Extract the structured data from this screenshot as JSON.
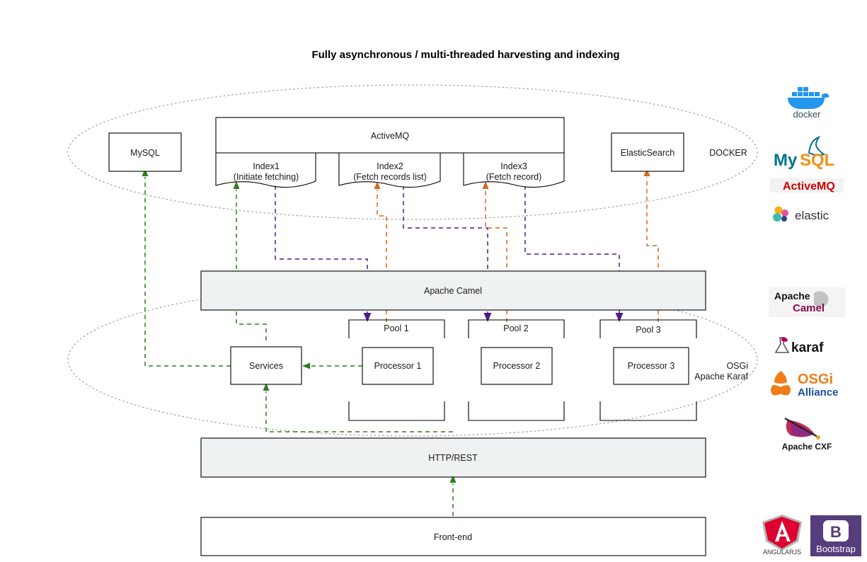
{
  "title": "Fully asynchronous / multi-threaded harvesting and indexing",
  "zones": [
    {
      "name": "docker-zone",
      "label": "DOCKER"
    },
    {
      "name": "osgi-zone",
      "label_line1": "OSGi",
      "label_line2": "Apache Karaf"
    }
  ],
  "nodes": {
    "mysql": "MySQL",
    "activemq": "ActiveMQ",
    "elasticsearch": "ElasticSearch",
    "apache_camel": "Apache Camel",
    "services": "Services",
    "http_rest": "HTTP/REST",
    "frontend": "Front-end"
  },
  "queues": [
    {
      "name": "index1",
      "line1": "Index1",
      "line2": "(Initiate fetching)"
    },
    {
      "name": "index2",
      "line1": "Index2",
      "line2": "(Fetch records list)"
    },
    {
      "name": "index3",
      "line1": "Index3",
      "line2": "(Fetch record)"
    }
  ],
  "pools": [
    {
      "name": "pool-1",
      "label": "Pool 1",
      "processor": "Processor 1"
    },
    {
      "name": "pool-2",
      "label": "Pool 2",
      "processor": "Processor 2"
    },
    {
      "name": "pool-3",
      "label": "Pool 3",
      "processor": "Processor 3"
    }
  ],
  "colors": {
    "flow_green": "#2e7d1e",
    "flow_orange": "#d2691e",
    "flow_purple": "#4b1b8a",
    "zone_dotted": "#9a9a9a",
    "band_fill": "#eef2f3",
    "box_stroke": "#000000"
  },
  "logos": [
    {
      "name": "docker-logo",
      "caption": "docker"
    },
    {
      "name": "mysql-logo",
      "caption": "MySQL"
    },
    {
      "name": "activemq-logo",
      "caption": "ActiveMQ"
    },
    {
      "name": "elastic-logo",
      "caption": "elastic"
    },
    {
      "name": "apache-camel-logo",
      "caption_line1": "Apache",
      "caption_line2": "Camel"
    },
    {
      "name": "karaf-logo",
      "caption": "karaf"
    },
    {
      "name": "osgi-alliance-logo",
      "caption_line1": "OSGi",
      "caption_line2": "Alliance"
    },
    {
      "name": "apache-cxf-logo",
      "caption": "Apache CXF"
    },
    {
      "name": "angularjs-logo",
      "caption": "ANGULARJS"
    },
    {
      "name": "bootstrap-logo",
      "caption": "Bootstrap"
    }
  ]
}
